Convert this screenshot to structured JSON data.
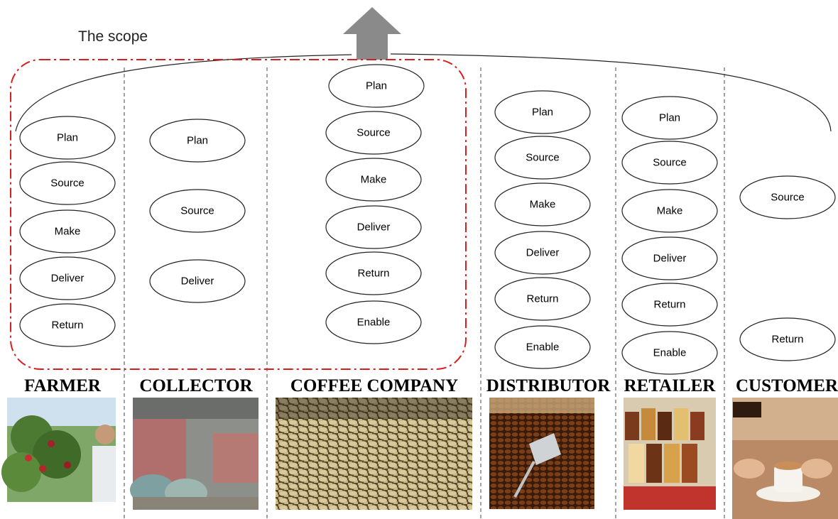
{
  "scope_label": "The scope",
  "actors": [
    {
      "name": "FARMER",
      "processes": [
        "Plan",
        "Source",
        "Make",
        "Deliver",
        "Return"
      ],
      "photo": "coffee farmer picking cherries"
    },
    {
      "name": "COLLECTOR",
      "processes": [
        "Plan",
        "Source",
        "Deliver"
      ],
      "photo": "warehouse with stacked bean sacks"
    },
    {
      "name": "COFFEE COMPANY",
      "processes": [
        "Plan",
        "Source",
        "Make",
        "Deliver",
        "Return",
        "Enable"
      ],
      "photo": "green coffee beans drying"
    },
    {
      "name": "DISTRIBUTOR",
      "processes": [
        "Plan",
        "Source",
        "Make",
        "Deliver",
        "Return",
        "Enable"
      ],
      "photo": "roasted beans with metal scoop"
    },
    {
      "name": "RETAILER",
      "processes": [
        "Plan",
        "Source",
        "Make",
        "Deliver",
        "Return",
        "Enable"
      ],
      "photo": "shelf of packaged coffee products"
    },
    {
      "name": "CUSTOMER",
      "processes": [
        "Source",
        "Return"
      ],
      "photo": "hands holding a cappuccino cup"
    }
  ],
  "colors": {
    "scope_border": "#d42020",
    "arrow": "#888888",
    "ellipse_stroke": "#222222",
    "divider": "#444444"
  }
}
